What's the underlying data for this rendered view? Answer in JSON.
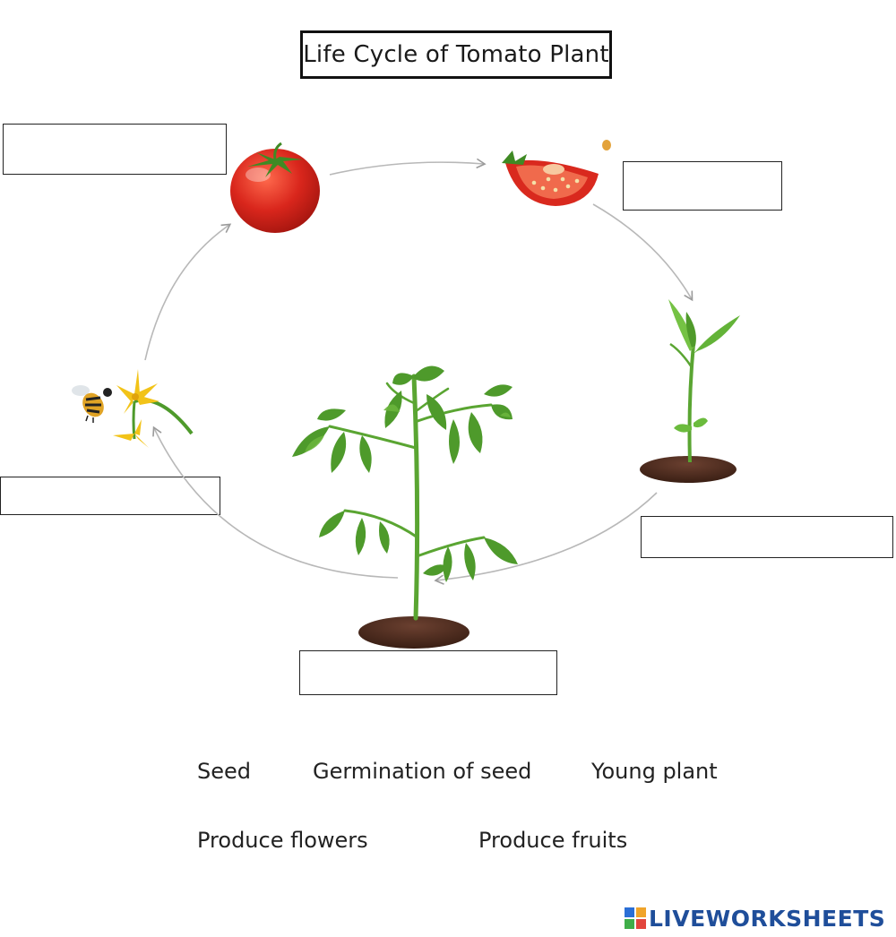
{
  "title": "Life Cycle of Tomato Plant",
  "drop_boxes": [
    {
      "name": "top-left",
      "value": ""
    },
    {
      "name": "top-right",
      "value": ""
    },
    {
      "name": "left",
      "value": ""
    },
    {
      "name": "right",
      "value": ""
    },
    {
      "name": "bottom",
      "value": ""
    }
  ],
  "stages": {
    "fruit": {
      "icon": "tomato-icon"
    },
    "seed": {
      "icon": "tomato-slice-icon"
    },
    "seedling": {
      "icon": "seedling-icon"
    },
    "plant": {
      "icon": "tomato-plant-icon"
    },
    "flower": {
      "icon": "flower-bee-icon"
    }
  },
  "word_bank": {
    "seed": "Seed",
    "germination": "Germination of seed",
    "young_plant": "Young plant",
    "produce_flowers": "Produce flowers",
    "produce_fruits": "Produce fruits"
  },
  "brand": {
    "text": "LIVEWORKSHEETS"
  },
  "colors": {
    "tomato": "#d7261b",
    "leaf": "#4e9a2b",
    "soil": "#4a2a1c",
    "flower": "#f2c318",
    "brand": "#1f4e9a",
    "arrow": "#b5b5b5"
  }
}
